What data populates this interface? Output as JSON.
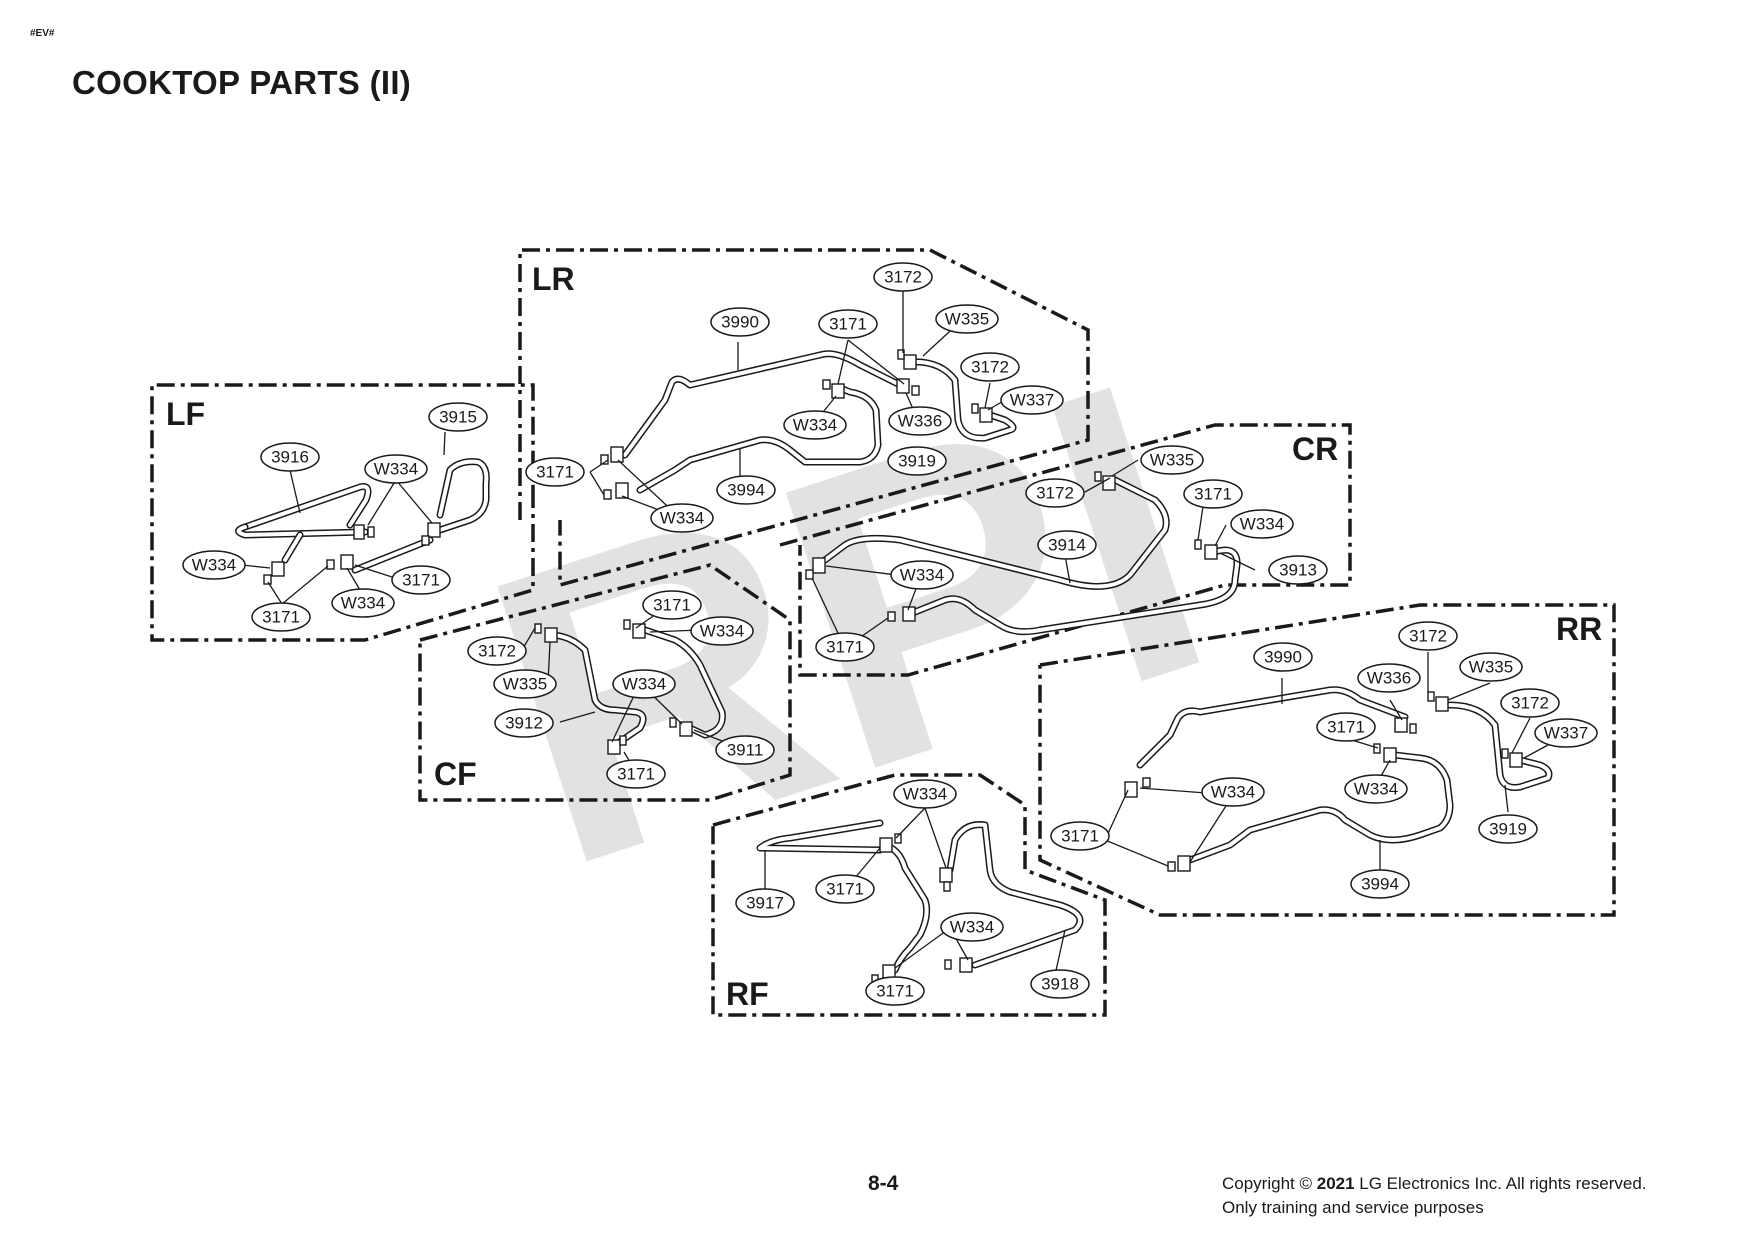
{
  "header": {
    "marker": "#EV#",
    "title": "COOKTOP PARTS (II)"
  },
  "watermark": "RPI",
  "footer": {
    "page_number": "8-4",
    "copyright_prefix": "Copyright © ",
    "copyright_year": "2021",
    "copyright_suffix": " LG Electronics Inc. All rights reserved.",
    "copyright_line2": "Only training and service purposes"
  },
  "sections": [
    {
      "id": "LF",
      "label": "LF",
      "callouts": [
        "3915",
        "3916",
        "W334",
        "W334",
        "3171",
        "W334",
        "3171"
      ]
    },
    {
      "id": "LR",
      "label": "LR",
      "callouts": [
        "3172",
        "3990",
        "3171",
        "W335",
        "3172",
        "W337",
        "W334",
        "W336",
        "3919",
        "3171",
        "3994",
        "W334"
      ]
    },
    {
      "id": "CR",
      "label": "CR",
      "callouts": [
        "W335",
        "3172",
        "3171",
        "W334",
        "3914",
        "3913",
        "W334",
        "3171"
      ]
    },
    {
      "id": "CF",
      "label": "CF",
      "callouts": [
        "3171",
        "3172",
        "W334",
        "W335",
        "W334",
        "3912",
        "3911",
        "3171"
      ]
    },
    {
      "id": "RR",
      "label": "RR",
      "callouts": [
        "3172",
        "3990",
        "W335",
        "W336",
        "3172",
        "3171",
        "W337",
        "W334",
        "W334",
        "3171",
        "3919",
        "3994"
      ]
    },
    {
      "id": "RF",
      "label": "RF",
      "callouts": [
        "W334",
        "3917",
        "3171",
        "W334",
        "3171",
        "3918"
      ]
    }
  ]
}
